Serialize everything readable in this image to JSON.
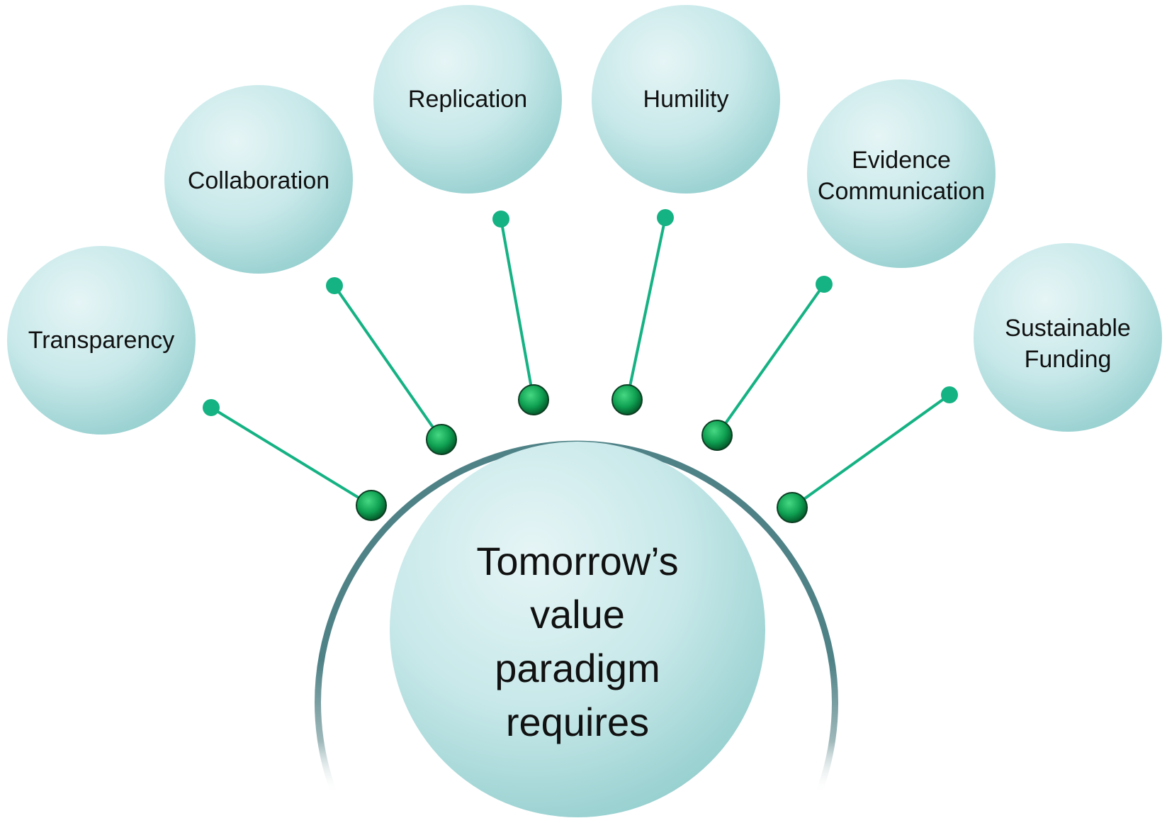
{
  "diagram": {
    "center_label": "Tomorrow’s\nvalue\nparadigm\nrequires",
    "nodes": [
      {
        "id": "transparency",
        "label": "Transparency"
      },
      {
        "id": "collaboration",
        "label": "Collaboration"
      },
      {
        "id": "replication",
        "label": "Replication"
      },
      {
        "id": "humility",
        "label": "Humility"
      },
      {
        "id": "evidence-communication",
        "label": "Evidence\nCommunication"
      },
      {
        "id": "sustainable-funding",
        "label": "Sustainable\nFunding"
      }
    ],
    "colors": {
      "bubble_light": "#dff2f3",
      "bubble_dark": "#9fd3d3",
      "arc": "#4f8287",
      "connector": "#15b283",
      "knob_light": "#3ed07a",
      "knob_dark": "#067a3a",
      "text": "#111111"
    }
  }
}
